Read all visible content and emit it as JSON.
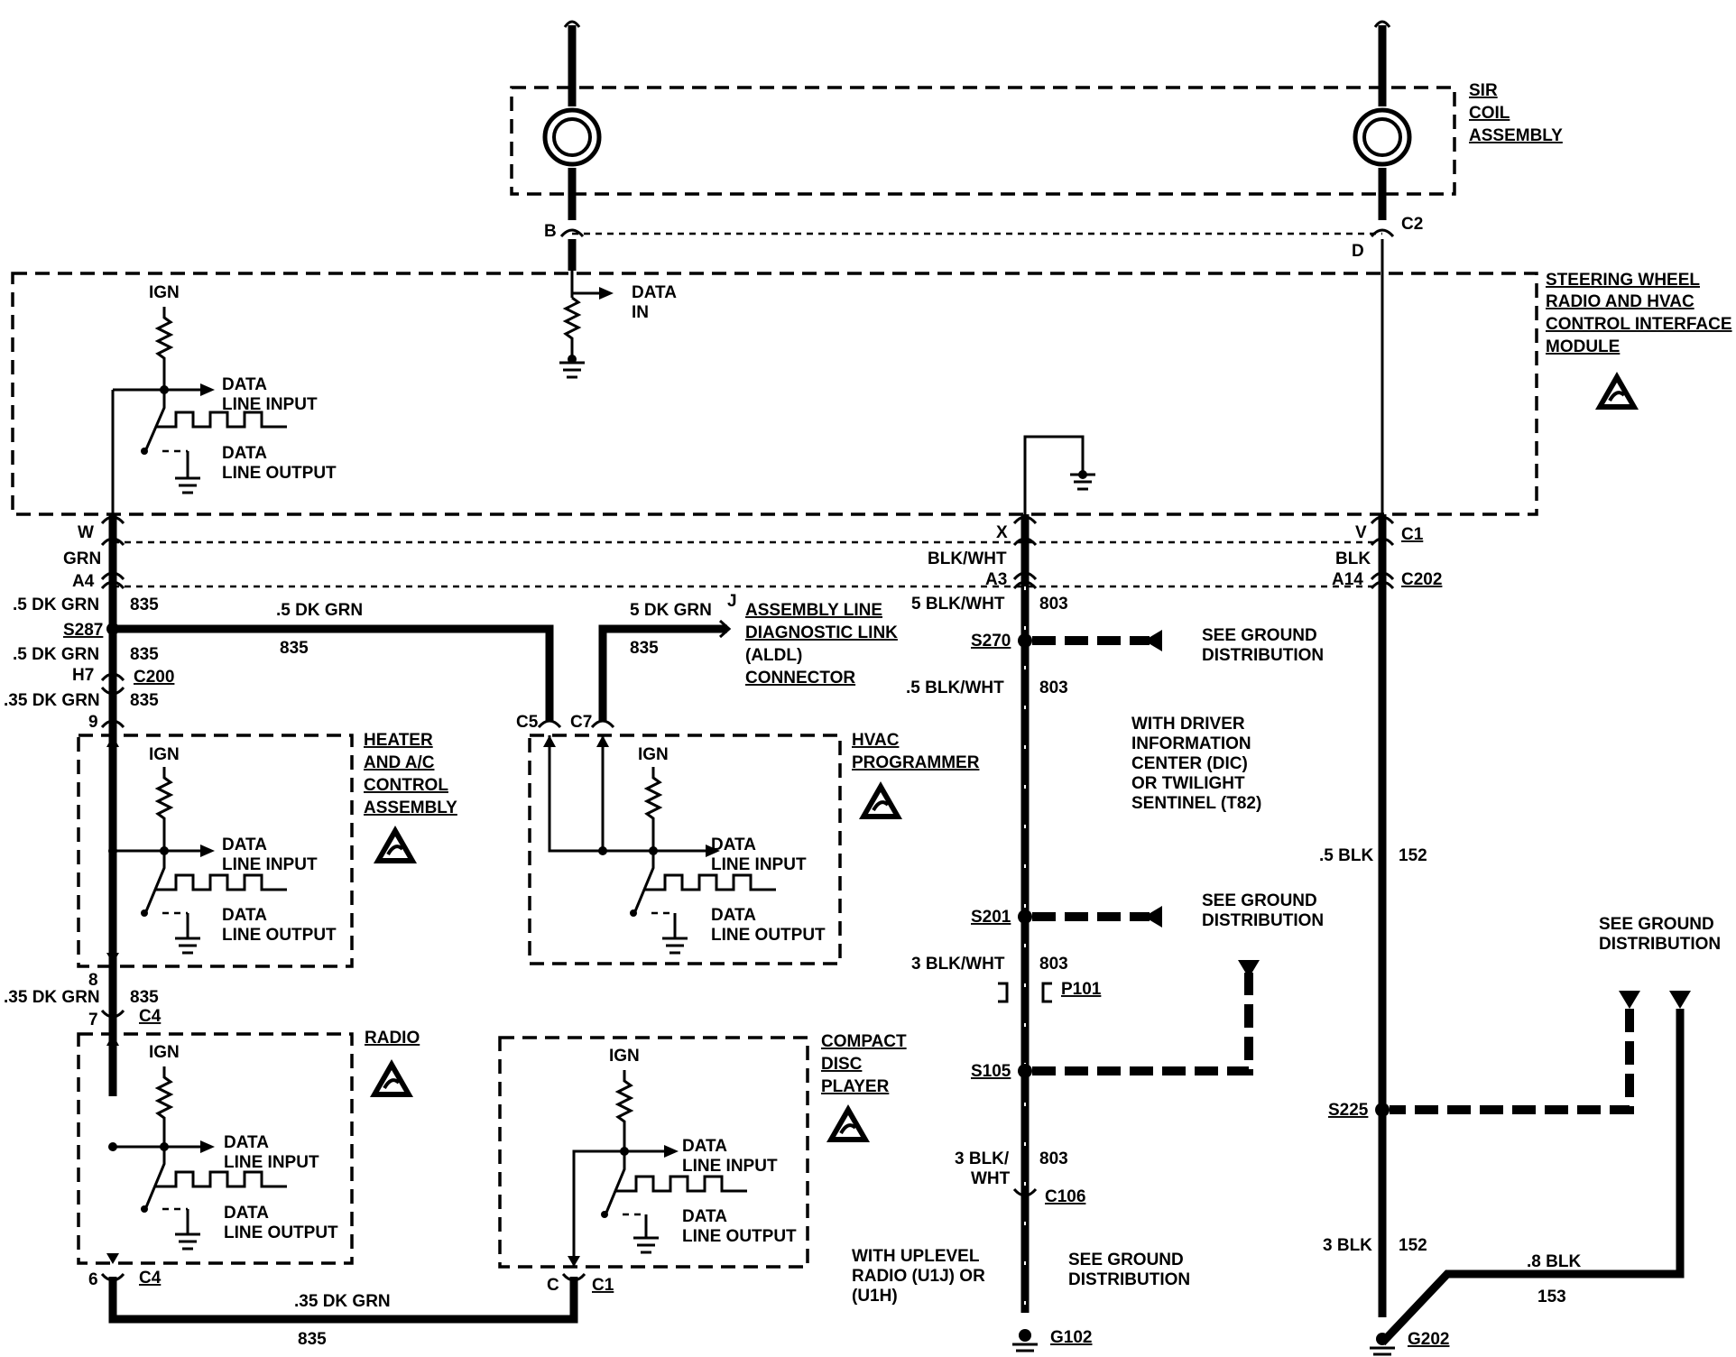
{
  "labels": {
    "sir_coil": [
      "SIR",
      "COIL",
      "ASSEMBLY"
    ],
    "swm": [
      "STEERING WHEEL",
      "RADIO AND HVAC",
      "CONTROL INTERFACE",
      "MODULE"
    ],
    "data_in": [
      "DATA",
      "IN"
    ],
    "ign": "IGN",
    "data_line_input": [
      "DATA",
      "LINE INPUT"
    ],
    "data_line_output": [
      "DATA",
      "LINE OUTPUT"
    ],
    "heater_ac": [
      "HEATER",
      "AND A/C",
      "CONTROL",
      "ASSEMBLY"
    ],
    "hvac_programmer": [
      "HVAC",
      "PROGRAMMER"
    ],
    "radio": "RADIO",
    "cd_player": [
      "COMPACT",
      "DISC",
      "PLAYER"
    ],
    "aldl": [
      "ASSEMBLY LINE",
      "DIAGNOSTIC LINK",
      "(ALDL)",
      "CONNECTOR"
    ],
    "see_ground": [
      "SEE GROUND",
      "DISTRIBUTION"
    ],
    "dic_note": [
      "WITH DRIVER",
      "INFORMATION",
      "CENTER (DIC)",
      "OR TWILIGHT",
      "SENTINEL (T82)"
    ],
    "uplevel_note": [
      "WITH UPLEVEL",
      "RADIO (U1J)  OR",
      "(U1H)"
    ]
  },
  "connectors": {
    "B": "B",
    "C2": "C2",
    "D": "D",
    "W": "W",
    "GRN": "GRN",
    "A4": "A4",
    "X": "X",
    "BLKWHT": "BLK/WHT",
    "A3": "A3",
    "V": "V",
    "C1": "C1",
    "BLK": "BLK",
    "A14": "A14",
    "C202": "C202",
    "H7": "H7",
    "C200": "C200",
    "p9": "9",
    "p8": "8",
    "p7": "7",
    "C4a": "C4",
    "p6": "6",
    "C4b": "C4",
    "C5": "C5",
    "C7": "C7",
    "J": "J",
    "C": "C",
    "C1cd": "C1",
    "P101": "P101",
    "C106": "C106",
    "G102": "G102",
    "G202": "G202"
  },
  "splices": {
    "S287": "S287",
    "S270": "S270",
    "S201": "S201",
    "S105": "S105",
    "S225": "S225"
  },
  "wires": {
    "w5dkgrn_a": ".5 DK GRN",
    "c835_a": "835",
    "w5dkgrn_top": ".5 DK GRN",
    "c835_top": "835",
    "w5dkgrn_b": ".5 DK GRN",
    "c835_b": "835",
    "w35dkgrn_a": ".35 DK GRN",
    "c835_c": "835",
    "w5dkgrn_aldl": "5 DK GRN",
    "c835_aldl": "835",
    "w35dkgrn_b": ".35 DK GRN",
    "c835_d": "835",
    "w35dkgrn_bottom": ".35 DK GRN",
    "c835_bottom": "835",
    "w5blkwht_a": "5 BLK/WHT",
    "c803_a": "803",
    "w5blkwht_b": ".5 BLK/WHT",
    "c803_b": "803",
    "w3blkwht": "3 BLK/WHT",
    "c803_c": "803",
    "w3blk_a": "3 BLK/",
    "w3blk_b": "WHT",
    "c803_d": "803",
    "w5blk": ".5 BLK",
    "c152_a": "152",
    "w3blk_r": "3 BLK",
    "c152_b": "152",
    "w8blk": ".8 BLK",
    "c153": "153"
  }
}
